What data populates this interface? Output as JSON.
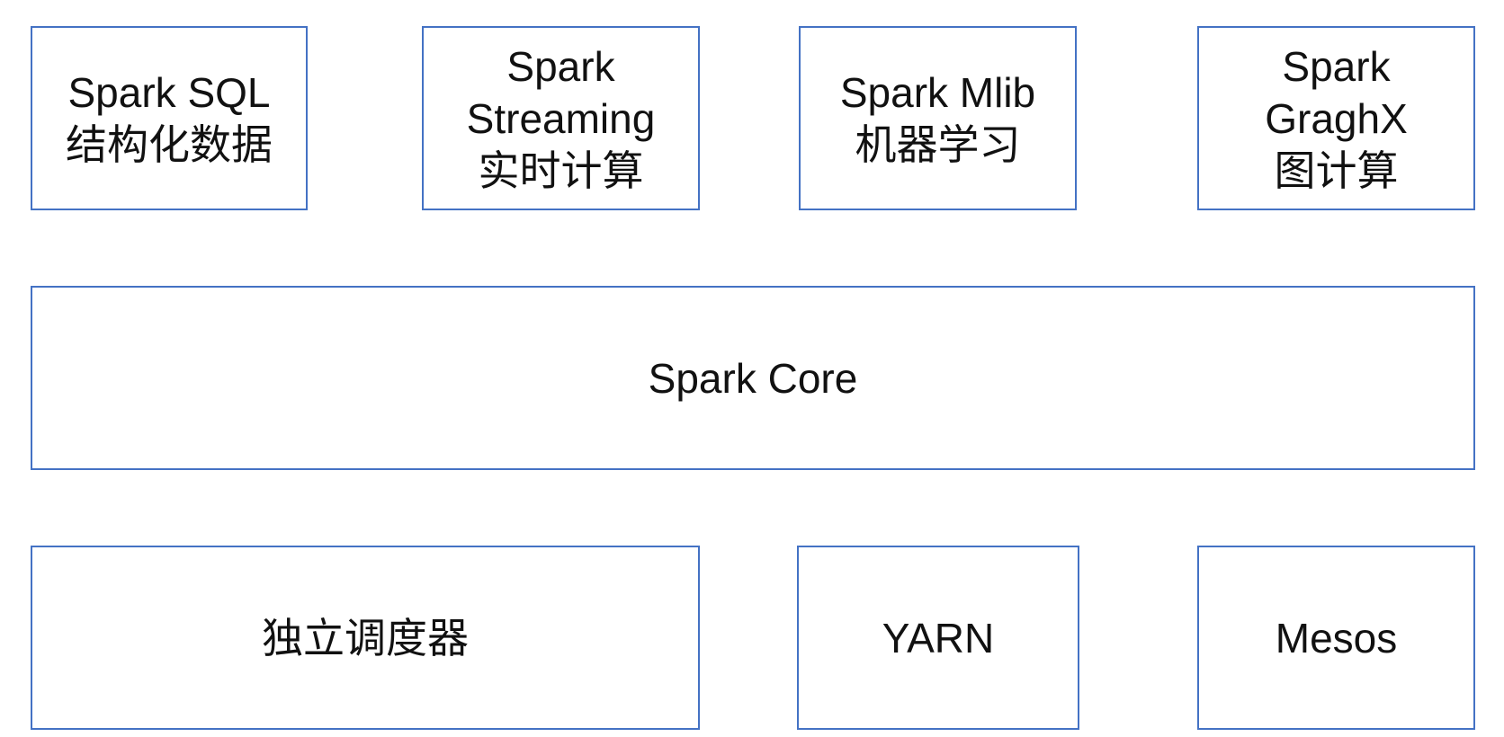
{
  "top_row": [
    {
      "id": "spark-sql",
      "lines": [
        "Spark SQL",
        "结构化数据"
      ]
    },
    {
      "id": "spark-streaming",
      "lines": [
        "Spark",
        "Streaming",
        "实时计算"
      ]
    },
    {
      "id": "spark-mlib",
      "lines": [
        "Spark Mlib",
        "机器学习"
      ]
    },
    {
      "id": "spark-graghx",
      "lines": [
        "Spark",
        "GraghX",
        "图计算"
      ]
    }
  ],
  "core": {
    "label": "Spark Core"
  },
  "bottom_row": [
    {
      "id": "standalone-scheduler",
      "label": "独立调度器"
    },
    {
      "id": "yarn",
      "label": "YARN"
    },
    {
      "id": "mesos",
      "label": "Mesos"
    }
  ],
  "colors": {
    "box_border": "#4472c4",
    "text": "#111111",
    "background": "#ffffff"
  }
}
